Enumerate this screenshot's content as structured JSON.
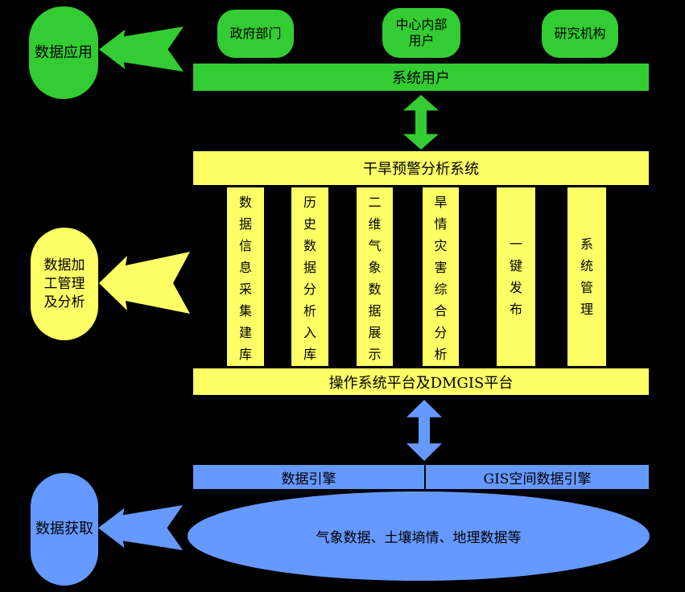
{
  "colors": {
    "green": "#33CC33",
    "yellow": "#FFFF66",
    "blue": "#6699FF",
    "text": "#000000",
    "background": "#000000"
  },
  "left_rail": {
    "data_application": "数据应用",
    "data_processing": "数据加工管理及分析",
    "data_acquisition": "数据获取"
  },
  "user_layer": {
    "groups": [
      "政府部门",
      "中心内部用户",
      "研究机构"
    ],
    "system_users_bar": "系统用户"
  },
  "analysis_layer": {
    "top_bar": "干旱预警分析系统",
    "modules": [
      "数据信息采集建库",
      "历史数据分析入库",
      "二维气象数据展示",
      "旱情灾害综合分析",
      "一键发布",
      "系统管理"
    ],
    "bottom_bar": "操作系统平台及DMGIS平台"
  },
  "data_layer": {
    "engines": [
      "数据引擎",
      "GIS空间数据引擎"
    ],
    "sources": "气象数据、土壤墒情、地理数据等"
  }
}
